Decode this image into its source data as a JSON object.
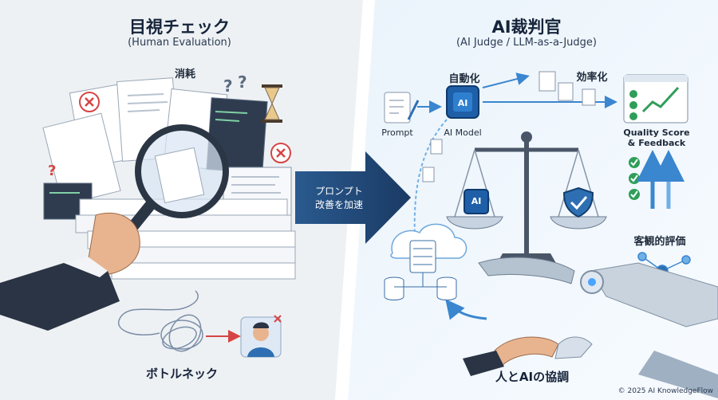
{
  "left": {
    "title": "目視チェック",
    "subtitle": "(Human Evaluation)",
    "consumption": "消耗",
    "bottleneck": "ボトルネック"
  },
  "center": {
    "line1": "プロンプト",
    "line2": "改善を加速"
  },
  "right": {
    "title": "AI裁判官",
    "subtitle": "(AI Judge / LLM-as-a-Judge)",
    "automation": "自動化",
    "efficiency": "効率化",
    "prompt": "Prompt",
    "ai_model": "AI Model",
    "quality_line1": "Quality Score",
    "quality_line2": "& Feedback",
    "ai_chip": "AI",
    "objective": "客観的評価",
    "collaboration": "人とAIの協調"
  },
  "footer": {
    "copyright": "© 2025 AI KnowledgeFlow"
  },
  "colors": {
    "accent_blue": "#2e6fb3",
    "navy": "#1c3a5e",
    "alert_red": "#d64545",
    "check_green": "#2f9e5a"
  }
}
